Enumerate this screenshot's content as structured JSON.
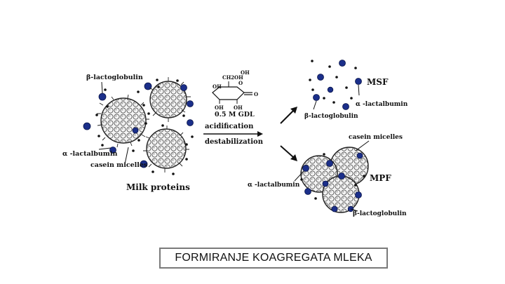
{
  "labels": {
    "beta_lactoglobulin_left": "β-lactoglobulin",
    "alpha_lactalbumin_left": "α -lactalbumin",
    "casein_micelles_left": "casein micelles",
    "milk_proteins": "Milk proteins",
    "gdl": "0.5 M GDL",
    "acidification": "acidification",
    "destabilization": "destabilization",
    "msf": "MSF",
    "alpha_lactalbumin_msf": "α -lactalbumin",
    "beta_lactoglobulin_msf": "β-lactoglobulin",
    "casein_micelles_mpf": "casein micelles",
    "mpf": "MPF",
    "alpha_lactalbumin_mpf": "α -lactalbumin",
    "beta_lactoglobulin_mpf": "β-lactoglobulin"
  },
  "structure_text": {
    "ch2oh": "CH2OH",
    "oh_top": "OH",
    "o_ring": "O",
    "o_carbonyl": "O",
    "oh_left": "OH",
    "oh_bottom_left": "OH",
    "oh_bottom_right": "OH"
  },
  "caption": "FORMIRANJE KOAGREGATA MLEKA",
  "colors": {
    "protein_blue": "#1b2f8a",
    "micelle_stroke": "#333333",
    "caption_border": "#7a7a7a"
  }
}
